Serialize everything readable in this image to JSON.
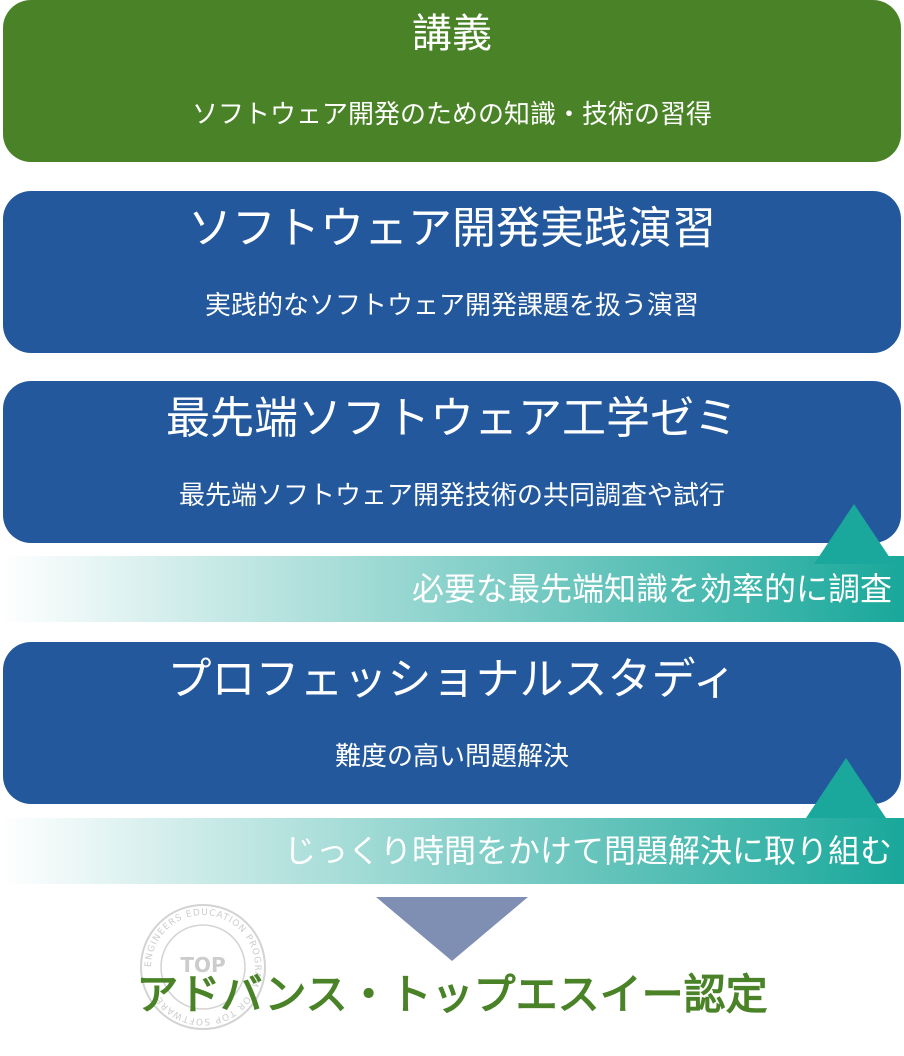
{
  "lecture": {
    "title": "講義",
    "description": "ソフトウェア開発のための知識・技術の習得"
  },
  "practice": {
    "title": "ソフトウェア開発実践演習",
    "description": "実践的なソフトウェア開発課題を扱う演習"
  },
  "seminar": {
    "title": "最先端ソフトウェア工学ゼミ",
    "description": "最先端ソフトウェア開発技術の共同調査や試行"
  },
  "seminar_note": "必要な最先端知識を効率的に調査",
  "study": {
    "title": "プロフェッショナルスタディ",
    "description": "難度の高い問題解決"
  },
  "study_note": "じっくり時間をかけて問題解決に取り組む",
  "stamp": {
    "top_text": "TOP",
    "ring_text": "ENGINEERS EDUCATION PROGRAM FOR TOP SOFTWARE"
  },
  "certification": "アドバンス・トップエスイー認定",
  "colors": {
    "green": "#4a8327",
    "blue": "#23589c",
    "teal": "#19a89b",
    "arrow": "#7f8fb4"
  }
}
